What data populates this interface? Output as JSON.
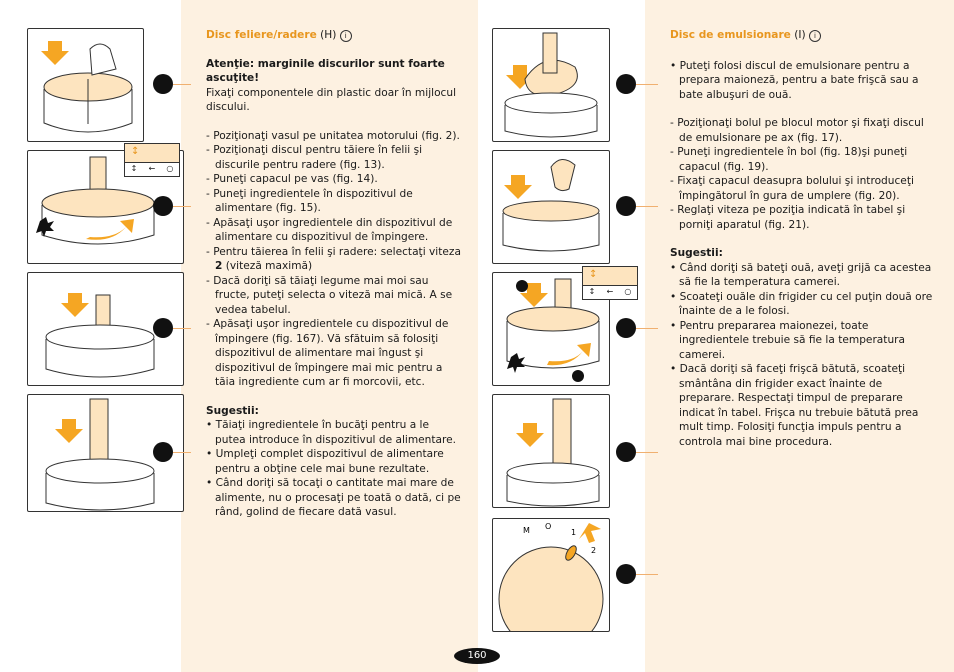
{
  "left": {
    "title": "Disc feliere/radere",
    "title_suffix": "(H)",
    "warning": "Atenţie: marginile discurilor sunt foarte ascuţite!",
    "intro": "Fixaţi componentele din plastic doar în mijlocul discului.",
    "steps": [
      "- Poziţionaţi vasul pe unitatea motorului (fig. 2).",
      "- Poziţionaţi discul pentru tăiere în felii şi discurile pentru radere (fig. 13).",
      "- Puneţi capacul pe vas (fig. 14).",
      "- Puneţi ingredientele în dispozitivul de alimentare (fig. 15).",
      "- Apăsaţi uşor ingredientele din dispozitivul de alimentare cu dispozitivul de împingere.",
      "- Dacă doriţi să tăiaţi legume mai moi sau fructe, puteţi selecta o viteză mai mică. A se vedea tabelul.",
      "- Apăsaţi uşor ingredientele cu dispozitivul de împingere (fig. 167). Vă sfătuim să folosiţi dispozitivul de alimentare mai îngust şi dispozitivul de împingere mai mic pentru a tăia ingrediente cum ar fi morcovii, etc."
    ],
    "speed_step_pre": "- Pentru tăierea în felii şi radere: selectaţi viteza",
    "speed_step_bold": "2",
    "speed_step_post": "(viteză maximă)",
    "tips_title": "Sugestii:",
    "tips": [
      "• Tăiaţi ingredientele în bucăţi pentru a le putea introduce în dispozitivul de alimentare.",
      "• Umpleţi complet dispozitivul de alimentare pentru a obţine cele mai bune rezultate.",
      "• Când doriţi să tocaţi o cantitate mai mare de alimente, nu o procesaţi pe toată o dată, ci pe rând, golind de fiecare dată vasul."
    ]
  },
  "right": {
    "title": "Disc de emulsionare",
    "title_suffix": "(I)",
    "steps_a": [
      "• Puteţi folosi discul de emulsionare pentru a prepara maioneză, pentru a bate frişcă sau a bate albuşuri de ouă."
    ],
    "steps_b": [
      "- Poziţionaţi bolul pe blocul motor şi fixaţi discul de emulsionare pe ax (fig. 17).",
      "- Puneţi ingredientele în bol (fig. 18)şi puneţi capacul (fig. 19).",
      "- Fixaţi capacul deasupra bolului şi introduceţi împingătorul în gura de umplere (fig. 20).",
      "- Reglaţi viteza pe poziţia indicată în tabel şi porniţi aparatul (fig. 21)."
    ],
    "tips_title": "Sugestii:",
    "tips": [
      "• Când doriţi să bateţi ouă, aveţi grijă ca acestea să fie la temperatura camerei.",
      "• Scoateţi ouăle din frigider cu cel puţin două ore înainte de a le folosi.",
      "• Pentru prepararea maionezei, toate ingredientele trebuie să fie la temperatura camerei.",
      "• Dacă doriţi să faceţi frişcă bătută, scoateţi smântâna din frigider exact înainte de preparare. Respectaţi timpul de preparare indicat în tabel. Frişca nu trebuie bătută prea mult timp. Folosiţi funcţia impuls pentru a controla mai bine procedura."
    ]
  },
  "dial": {
    "labels": [
      "M",
      "O",
      "1",
      "2"
    ]
  },
  "page_number": "160",
  "colors": {
    "accent": "#e8961e",
    "column_bg": "#fdf1e1",
    "arrow": "#f5a623"
  }
}
